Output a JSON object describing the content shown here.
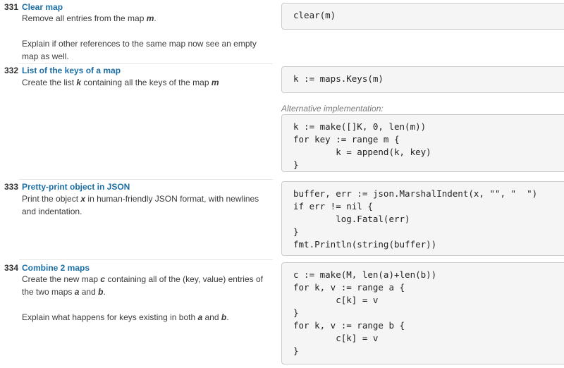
{
  "entries": [
    {
      "num": "331",
      "title": "Clear map",
      "desc1_pre": "Remove all entries from the map ",
      "desc1_var": "m",
      "desc1_post": ".",
      "desc2": "Explain if other references to the same map now see an empty map as well.",
      "code": "clear(m)"
    },
    {
      "num": "332",
      "title": "List of the keys of a map",
      "desc1_pre": "Create the list ",
      "desc1_var": "k",
      "desc1_mid": " containing all the keys of the map ",
      "desc1_var2": "m",
      "code": "k := maps.Keys(m)",
      "alt_label": "Alternative implementation:",
      "alt_code": "k := make([]K, 0, len(m))\nfor key := range m {\n        k = append(k, key)\n}"
    },
    {
      "num": "333",
      "title": "Pretty-print object in JSON",
      "desc1_pre": "Print the object ",
      "desc1_var": "x",
      "desc1_post": " in human-friendly JSON format, with newlines and indentation.",
      "code": "buffer, err := json.MarshalIndent(x, \"\", \"  \")\nif err != nil {\n        log.Fatal(err)\n}\nfmt.Println(string(buffer))"
    },
    {
      "num": "334",
      "title": "Combine 2 maps",
      "desc1_pre": "Create the new map ",
      "desc1_var": "c",
      "desc1_mid": " containing all of the (key, value) entries of the two maps ",
      "desc1_var2": "a",
      "desc1_and": " and ",
      "desc1_var3": "b",
      "desc1_post": ".",
      "desc2_pre": "Explain what happens for keys existing in both ",
      "desc2_var": "a",
      "desc2_and": " and ",
      "desc2_var2": "b",
      "desc2_post": ".",
      "code": "c := make(M, len(a)+len(b))\nfor k, v := range a {\n        c[k] = v\n}\nfor k, v := range b {\n        c[k] = v\n}"
    }
  ]
}
